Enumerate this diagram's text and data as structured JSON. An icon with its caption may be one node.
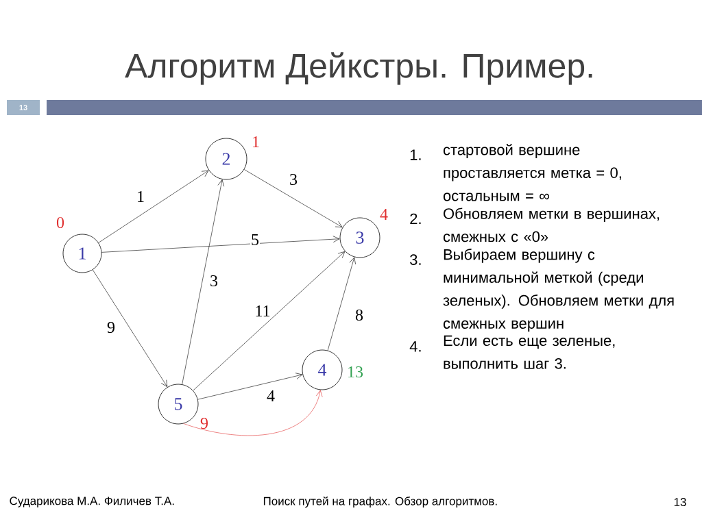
{
  "diagram": {
    "title": "Алгоритм Дейкстры. Пример.",
    "nodes": [
      {
        "text": [
          "1"
        ],
        "beside": [
          "0"
        ]
      },
      {
        "text": [
          "2"
        ],
        "beside": [
          "1"
        ]
      },
      {
        "text": [
          "3"
        ],
        "beside": [
          "4"
        ]
      },
      {
        "text": [
          "4"
        ],
        "beside": [
          "13"
        ]
      },
      {
        "text": [
          "5"
        ],
        "beside": [
          "9"
        ]
      }
    ],
    "edges": [
      {
        "from": 0,
        "to": 1,
        "arrow": "to",
        "label": "1"
      },
      {
        "from": 0,
        "to": 2,
        "arrow": "to",
        "label": "5"
      },
      {
        "from": 0,
        "to": 4,
        "arrow": "to",
        "label": "9"
      },
      {
        "from": 1,
        "to": 2,
        "arrow": "to",
        "label": "3"
      },
      {
        "from": 4,
        "to": 1,
        "arrow": "to",
        "label": "3"
      },
      {
        "from": 4,
        "to": 2,
        "arrow": "to",
        "label": "11"
      },
      {
        "from": 4,
        "to": 3,
        "arrow": "to",
        "label": "4"
      },
      {
        "from": 3,
        "to": 2,
        "arrow": "to",
        "label": "8"
      },
      {
        "from": 4,
        "to": 3,
        "arrow": "to",
        "color": "#e03030"
      }
    ],
    "labels": [
      "13",
      "1.",
      "стартовой вершине проставляется метка = 0, остальным  = ∞",
      "2.",
      "Обновляем метки в вершинах, смежных с «0»",
      "3.",
      "Выбираем вершину с минимальной меткой (среди зеленых). Обновляем метки для смежных вершин",
      "4.",
      "Если есть еще зеленые, выполнить шаг 3.",
      "Сударикова М.А.  Филичев Т.А.",
      "Поиск путей на графах. Обзор алгоритмов.",
      "13"
    ]
  }
}
